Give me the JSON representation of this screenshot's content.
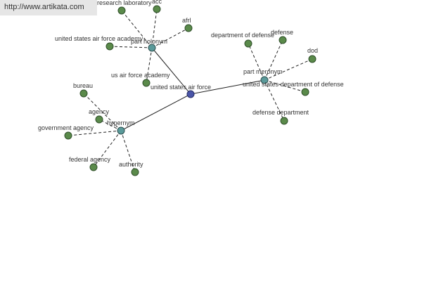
{
  "watermark": {
    "url_text": "http://www.artikata.com"
  },
  "graph": {
    "center": {
      "label": "united states air force",
      "color": "#4a55a8"
    },
    "relations": [
      {
        "id": "part-holonym",
        "label": "part holonym",
        "leaves": [
          {
            "label": "research laboratory"
          },
          {
            "label": "acc"
          },
          {
            "label": "afrl"
          },
          {
            "label": "united states air force academy"
          },
          {
            "label": "us air force academy"
          }
        ]
      },
      {
        "id": "part-meronym",
        "label": "part meronym",
        "leaves": [
          {
            "label": "department of defense"
          },
          {
            "label": "defense"
          },
          {
            "label": "dod"
          },
          {
            "label": "united states department of defense"
          },
          {
            "label": "defense department"
          }
        ]
      },
      {
        "id": "hypernym",
        "label": "hypernym",
        "leaves": [
          {
            "label": "bureau"
          },
          {
            "label": "agency"
          },
          {
            "label": "government agency"
          },
          {
            "label": "federal agency"
          },
          {
            "label": "authority"
          }
        ]
      }
    ]
  },
  "colors": {
    "leaf_node": "#5a8a4a",
    "relation_node": "#5a9a9a",
    "center_node": "#4a55a8",
    "edges": "#222222",
    "watermark_bg": "#e6e6e6"
  }
}
